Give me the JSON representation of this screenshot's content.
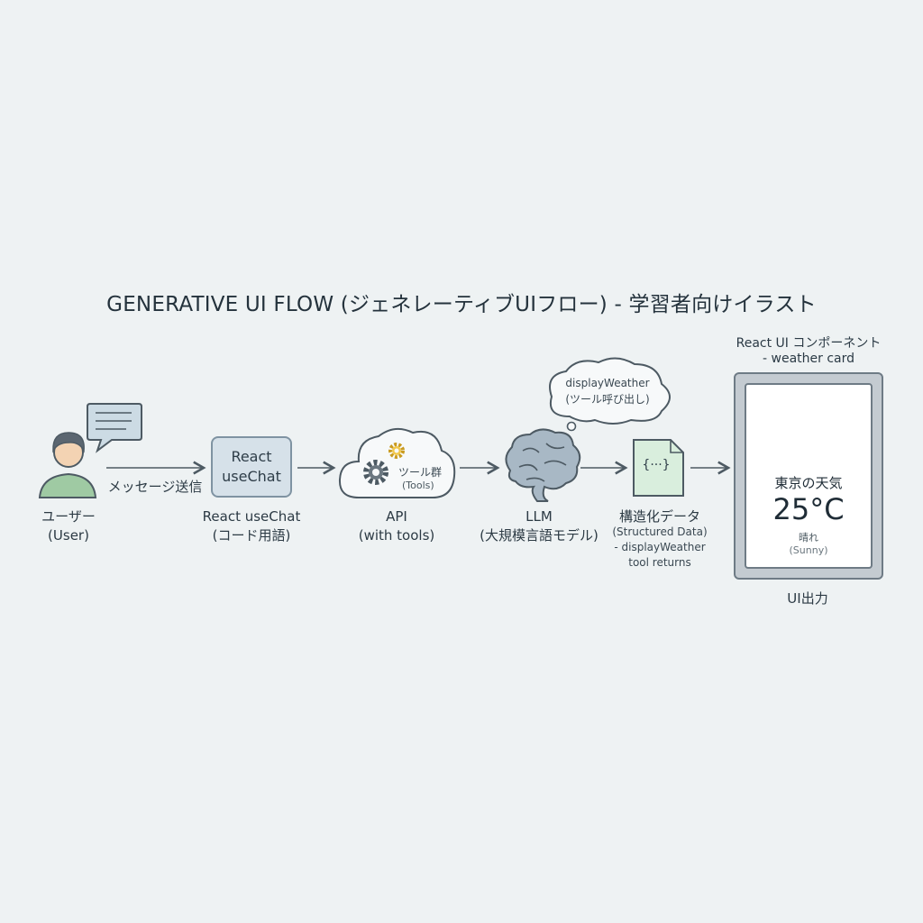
{
  "title": "GENERATIVE UI FLOW (ジェネレーティブUIフロー) - 学習者向けイラスト",
  "user": {
    "label": "ユーザー",
    "sub": "(User)"
  },
  "message_label": "メッセージ送信",
  "react": {
    "box_line1": "React",
    "box_line2": "useChat",
    "label": "React useChat",
    "sub": "(コード用語)"
  },
  "api": {
    "tools_label": "ツール群",
    "tools_sub": "(Tools)",
    "label": "API",
    "sub": "(with tools)"
  },
  "llm": {
    "thought_line1": "displayWeather",
    "thought_line2": "(ツール呼び出し)",
    "label": "LLM",
    "sub": "(大規模言語モデル)"
  },
  "structured": {
    "icon_text": "{···}",
    "line1": "構造化データ",
    "line2": "(Structured Data)",
    "line3": "- displayWeather",
    "line4": "tool returns"
  },
  "component": {
    "line1": "React UI コンポーネント",
    "line2": "- weather card"
  },
  "weather_card": {
    "city": "東京の天気",
    "temp": "25°C",
    "condition": "晴れ",
    "condition_en": "(Sunny)"
  },
  "ui_output_label": "UI出力",
  "colors": {
    "background": "#eef2f3",
    "stroke": "#4d5a63",
    "person_shirt": "#9fcaa3",
    "react_box": "#d6e1e9",
    "sun": "#f2c84b",
    "doc": "#d9eedd"
  }
}
